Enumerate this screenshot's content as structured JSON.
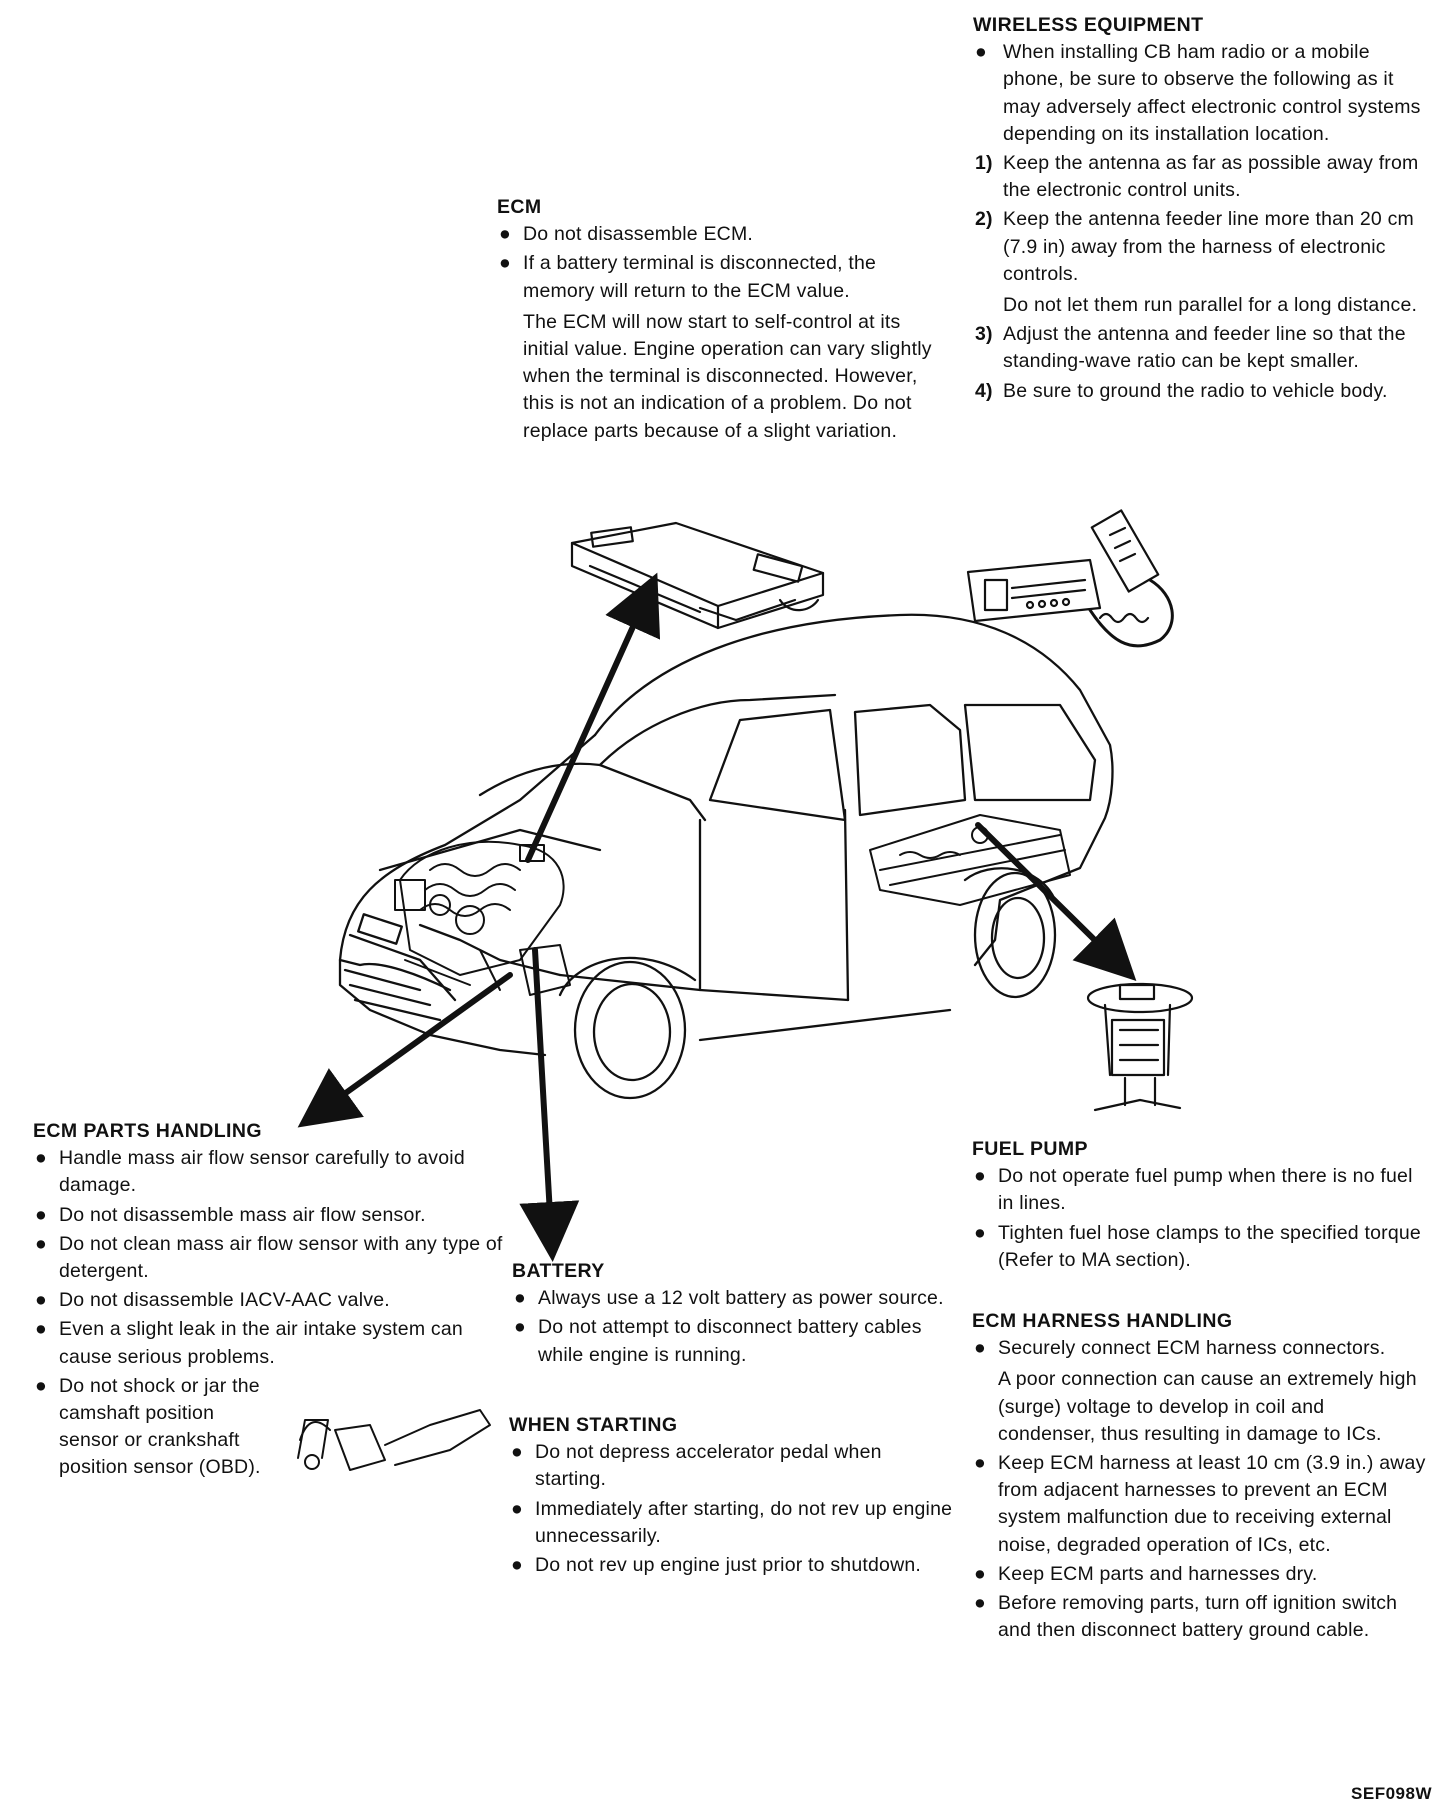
{
  "figure_code": "SEF098W",
  "ecm": {
    "title": "ECM",
    "items": [
      {
        "text": "Do not disassemble ECM."
      },
      {
        "text": "If a battery terminal is disconnected, the memory will return to the ECM value.",
        "note": "The ECM will now start to self-control at its initial value. Engine operation can vary slightly when the terminal is disconnected. However, this is not an indication of a problem. Do not replace parts because of a slight variation."
      }
    ]
  },
  "wireless": {
    "title": "WIRELESS EQUIPMENT",
    "intro": "When installing CB ham radio or a mobile phone, be sure to observe the following as it may adversely affect electronic control systems depending on its installation location.",
    "steps": [
      {
        "num": "1)",
        "text": "Keep the antenna as far as possible away from the electronic control units."
      },
      {
        "num": "2)",
        "text": "Keep the antenna feeder line more than 20 cm (7.9 in) away from the harness of electronic controls.",
        "note": "Do not let them run parallel for a long distance."
      },
      {
        "num": "3)",
        "text": "Adjust the antenna and feeder line so that the standing-wave ratio can be kept smaller."
      },
      {
        "num": "4)",
        "text": "Be sure to ground the radio to vehicle body."
      }
    ]
  },
  "ecm_parts": {
    "title": "ECM PARTS HANDLING",
    "items": [
      {
        "text": "Handle mass air flow sensor carefully to avoid damage."
      },
      {
        "text": "Do not disassemble mass air flow sensor."
      },
      {
        "text": "Do not clean mass air flow sensor with any type of detergent."
      },
      {
        "text": "Do not disassemble IACV-AAC valve."
      },
      {
        "text": "Even a slight leak in the air intake system can cause serious problems."
      },
      {
        "text": "Do not shock or jar the camshaft position sensor or crankshaft position sensor (OBD)."
      }
    ]
  },
  "battery": {
    "title": "BATTERY",
    "items": [
      {
        "text": "Always use a 12 volt battery as power source."
      },
      {
        "text": "Do not attempt to disconnect battery cables while engine is running."
      }
    ]
  },
  "starting": {
    "title": "WHEN STARTING",
    "items": [
      {
        "text": "Do not depress accelerator pedal when starting."
      },
      {
        "text": "Immediately after starting, do not rev up engine unnecessarily."
      },
      {
        "text": "Do not rev up engine just prior to shutdown."
      }
    ]
  },
  "fuel_pump": {
    "title": "FUEL PUMP",
    "items": [
      {
        "text": "Do not operate fuel pump when there is no fuel in lines."
      },
      {
        "text": "Tighten fuel hose clamps to the specified torque (Refer to MA section)."
      }
    ]
  },
  "harness": {
    "title": "ECM HARNESS HANDLING",
    "items": [
      {
        "text": "Securely connect ECM harness connectors.",
        "note": "A poor connection can cause an extremely high (surge) voltage to develop in coil and condenser, thus resulting in damage to ICs."
      },
      {
        "text": "Keep ECM harness at least 10 cm (3.9 in.) away from adjacent harnesses to prevent an ECM system malfunction due to receiving external noise, degraded operation of ICs, etc."
      },
      {
        "text": "Keep ECM parts and harnesses dry."
      },
      {
        "text": "Before removing parts, turn off ignition switch and then disconnect battery ground cable."
      }
    ]
  }
}
